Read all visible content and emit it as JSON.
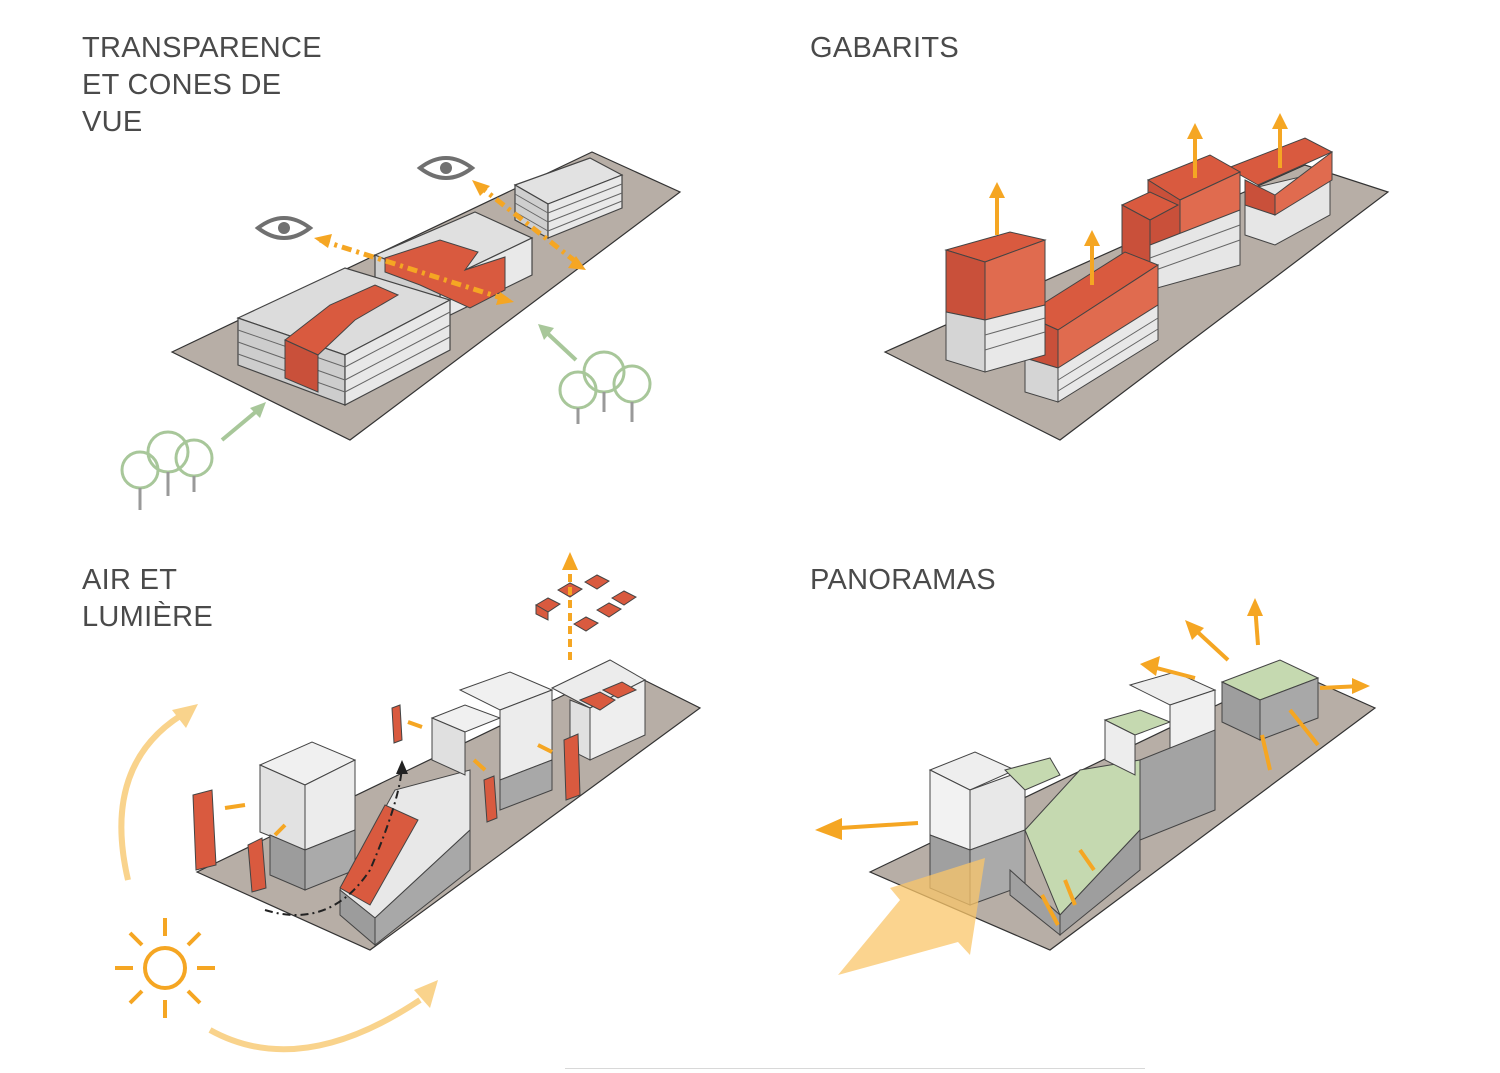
{
  "panels": {
    "transparence": {
      "title_line1": "TRANSPARENCE",
      "title_line2": "ET CONES DE VUE"
    },
    "gabarits": {
      "title": "GABARITS"
    },
    "air": {
      "title": "AIR ET LUMIÈRE"
    },
    "panoramas": {
      "title": "PANORAMAS"
    }
  },
  "colors": {
    "ground": "#b7aea6",
    "building_light": "#e8e8e8",
    "building_mid": "#d0d0d0",
    "building_dark": "#9c9c9c",
    "accent_red": "#d95a3f",
    "arrow_orange": "#f5a623",
    "tree_green": "#a8c79a",
    "roof_green": "#c5d9b0",
    "eye_grey": "#707070"
  },
  "icons": [
    "eye-icon",
    "tree-icon",
    "sun-icon",
    "arrow-icon"
  ]
}
